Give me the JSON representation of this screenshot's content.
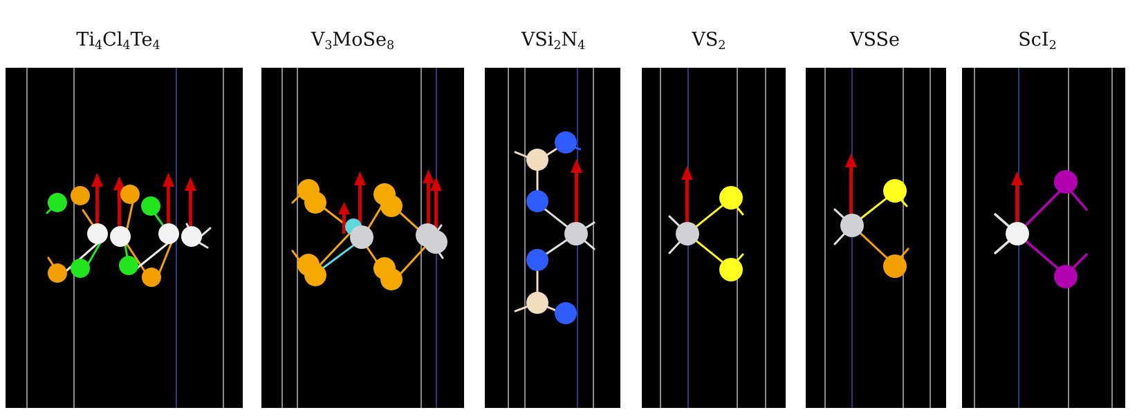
{
  "panels": [
    {
      "id": "ti4cl4te4",
      "title_parts": [
        [
          "Ti",
          ""
        ],
        [
          "4",
          "sub"
        ],
        [
          "Cl",
          ""
        ],
        [
          "4",
          "sub"
        ],
        [
          "Te",
          ""
        ],
        [
          "4",
          "sub"
        ]
      ]
    },
    {
      "id": "v3mose8",
      "title_parts": [
        [
          "V",
          ""
        ],
        [
          "3",
          "sub"
        ],
        [
          "MoSe",
          ""
        ],
        [
          "8",
          "sub"
        ]
      ]
    },
    {
      "id": "vsi2n4",
      "title_parts": [
        [
          "VSi",
          ""
        ],
        [
          "2",
          "sub"
        ],
        [
          "N",
          ""
        ],
        [
          "4",
          "sub"
        ]
      ]
    },
    {
      "id": "vs2",
      "title_parts": [
        [
          "VS",
          ""
        ],
        [
          "2",
          "sub"
        ]
      ]
    },
    {
      "id": "vsse",
      "title_parts": [
        [
          "VSSe",
          ""
        ]
      ]
    },
    {
      "id": "sci2",
      "title_parts": [
        [
          "ScI",
          ""
        ],
        [
          "2",
          "sub"
        ]
      ]
    }
  ],
  "colors": {
    "background": "#000000",
    "cell_line": "#e8e8e8",
    "axis_line": "#4a5fd6",
    "spin_arrow": "#d40000",
    "metal_atom": "#d0d2d6",
    "ti_atom": "#f2f2f2",
    "chalcogen_orange": "#f2a000",
    "selenium_orange": "#f5a800",
    "chlorine_green": "#22e51f",
    "sulfur_yellow": "#ffff20",
    "nitrogen_blue": "#2f5cff",
    "silicon_beige": "#f2dcc0",
    "iodine_purple": "#b000b0",
    "molybdenum_cyan": "#5fd8e0"
  }
}
